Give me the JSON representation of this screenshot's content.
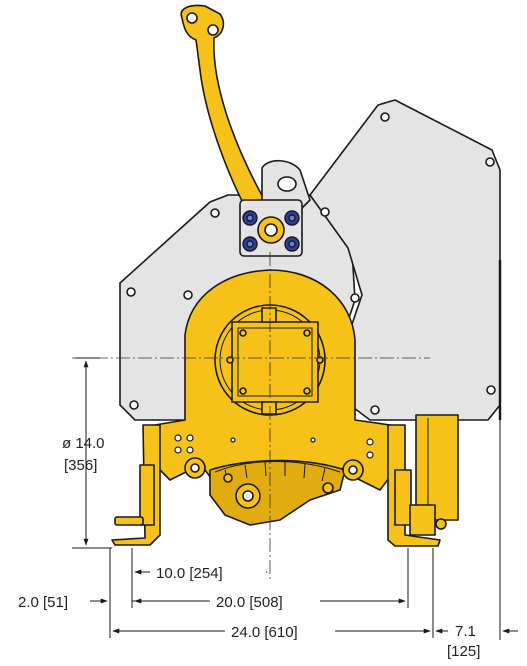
{
  "colors": {
    "body_yellow": "#f6c21a",
    "plate_gray": "#e4e4e4",
    "bolt_blue": "#2c3e9e",
    "outline": "#1a1a1a"
  },
  "dimensions": {
    "diameter": "ø 14.0",
    "diameter_metric": "[356]",
    "d_10": "10.0 [254]",
    "d_20": "20.0 [508]",
    "d_24": "24.0 [610]",
    "d_2": "2.0 [51]",
    "d_7_1": "7.1",
    "d_7_1_metric": "[125]"
  }
}
